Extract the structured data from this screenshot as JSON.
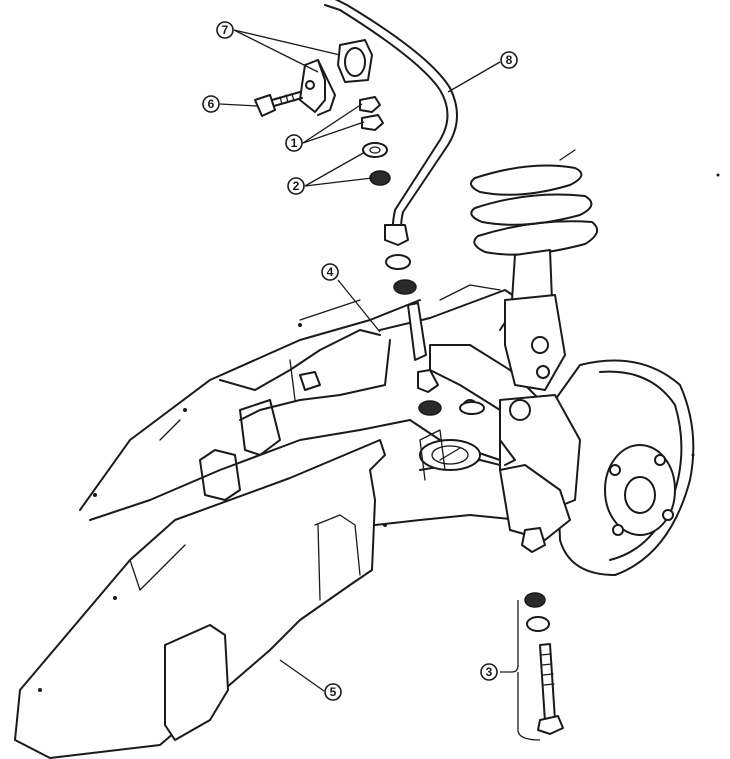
{
  "callouts": [
    {
      "id": "c1",
      "label": "1"
    },
    {
      "id": "c2",
      "label": "2"
    },
    {
      "id": "c3",
      "label": "3"
    },
    {
      "id": "c4",
      "label": "4"
    },
    {
      "id": "c5",
      "label": "5"
    },
    {
      "id": "c6",
      "label": "6"
    },
    {
      "id": "c7",
      "label": "7"
    },
    {
      "id": "c8",
      "label": "8"
    }
  ],
  "colors": {
    "line": "#1a1a1a",
    "background": "#ffffff"
  }
}
